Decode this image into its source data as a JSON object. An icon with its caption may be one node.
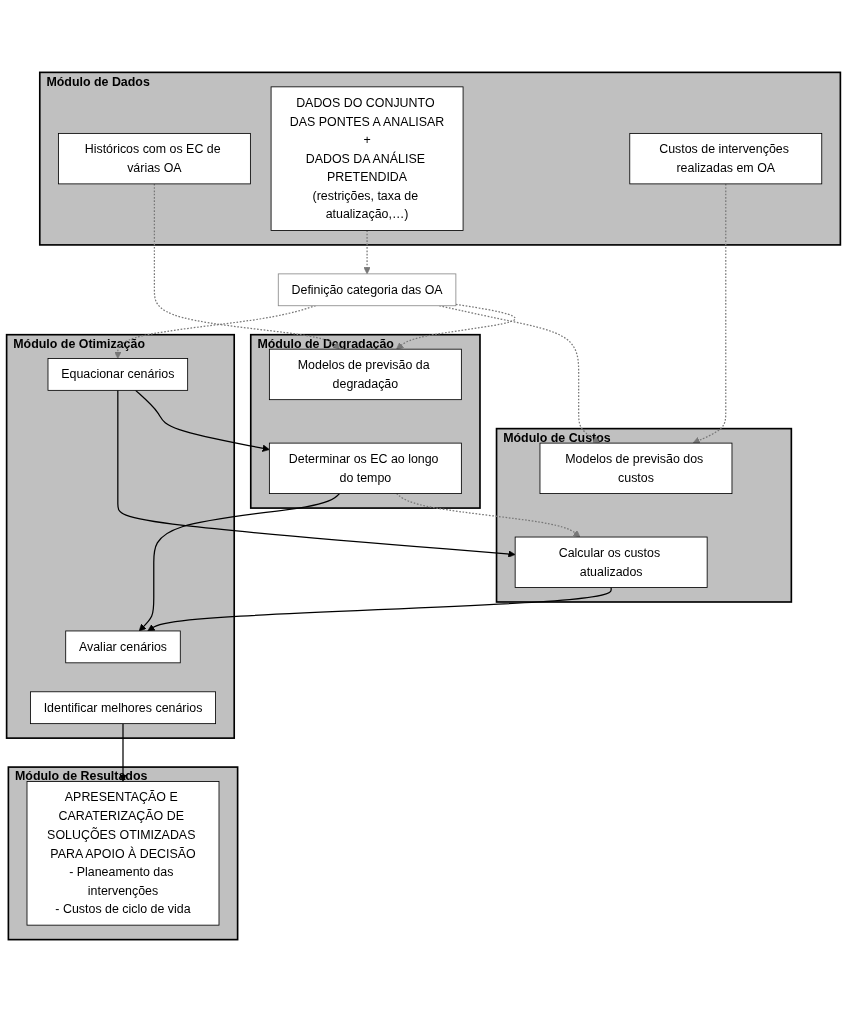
{
  "diagram": {
    "nodes": [
      {
        "text": [
          "Módulo de Dados"
        ]
      },
      {
        "text": [
          "Históricos com os EC de várias OA"
        ],
        "in": 0
      },
      {
        "text": [
          "DADOS DO CONJUNTO DAS PONTES A ANALISAR",
          "+",
          "DADOS DA ANÁLISE PRETENDIDA",
          "(restrições, taxa de atualização,…)"
        ],
        "in": 0
      },
      {
        "text": [
          "Custos de intervenções realizadas em OA"
        ],
        "in": 0
      },
      {
        "text": [
          "Módulo de Degradação"
        ]
      },
      {
        "text": [
          "Modelos de previsão da degradação"
        ],
        "in": 4
      },
      {
        "text": [
          "Determinar os EC ao longo do tempo"
        ],
        "in": 4
      },
      {
        "text": [
          "Definição categoria das OA"
        ]
      },
      {
        "text": [
          "Módulo de Custos"
        ]
      },
      {
        "text": [
          "Modelos de previsão dos custos"
        ],
        "in": 8
      },
      {
        "text": [
          "Calcular os custos atualizados"
        ],
        "in": 8
      },
      {
        "text": [
          "Módulo de Otimização"
        ]
      },
      {
        "text": [
          "Equacionar cenários"
        ],
        "in": 11
      },
      {
        "text": [
          "Avaliar cenários"
        ],
        "in": 11
      },
      {
        "text": [
          "Identificar melhores cenários"
        ],
        "in": 11
      },
      {
        "text": [
          "Módulo de Resultados"
        ]
      },
      {
        "text": [
          "APRESENTAÇÃO E CARATERIZAÇÃO DE SOLUÇÕES OTIMIZADAS PARA APOIO À DECISÃO",
          "- Planeamento das intervenções",
          "- Custos de ciclo de vida"
        ],
        "in": 15
      }
    ],
    "edges": [
      {
        "from": 1,
        "to": 5,
        "arrow": "to",
        "style": "dashed"
      },
      {
        "from": 2,
        "to": 7,
        "arrow": "to",
        "style": "dashed"
      },
      {
        "from": 3,
        "to": 9,
        "arrow": "to",
        "style": "dashed"
      },
      {
        "from": 7,
        "to": 5,
        "arrow": "to",
        "style": "dashed"
      },
      {
        "from": 7,
        "to": 9,
        "arrow": "to",
        "style": "dashed"
      },
      {
        "from": 7,
        "to": 12,
        "arrow": "to",
        "style": "dashed"
      },
      {
        "from": 6,
        "to": 10,
        "arrow": "to",
        "style": "dashed"
      },
      {
        "from": 12,
        "to": 6,
        "arrow": "to",
        "color": "#000000"
      },
      {
        "from": 12,
        "to": 10,
        "arrow": "to",
        "color": "#000000"
      },
      {
        "from": 6,
        "to": 13,
        "arrow": "to",
        "color": "#000000"
      },
      {
        "from": 10,
        "to": 13,
        "arrow": "to",
        "color": "#000000"
      },
      {
        "from": 14,
        "to": 16,
        "arrow": "to",
        "color": "#000000"
      }
    ]
  }
}
